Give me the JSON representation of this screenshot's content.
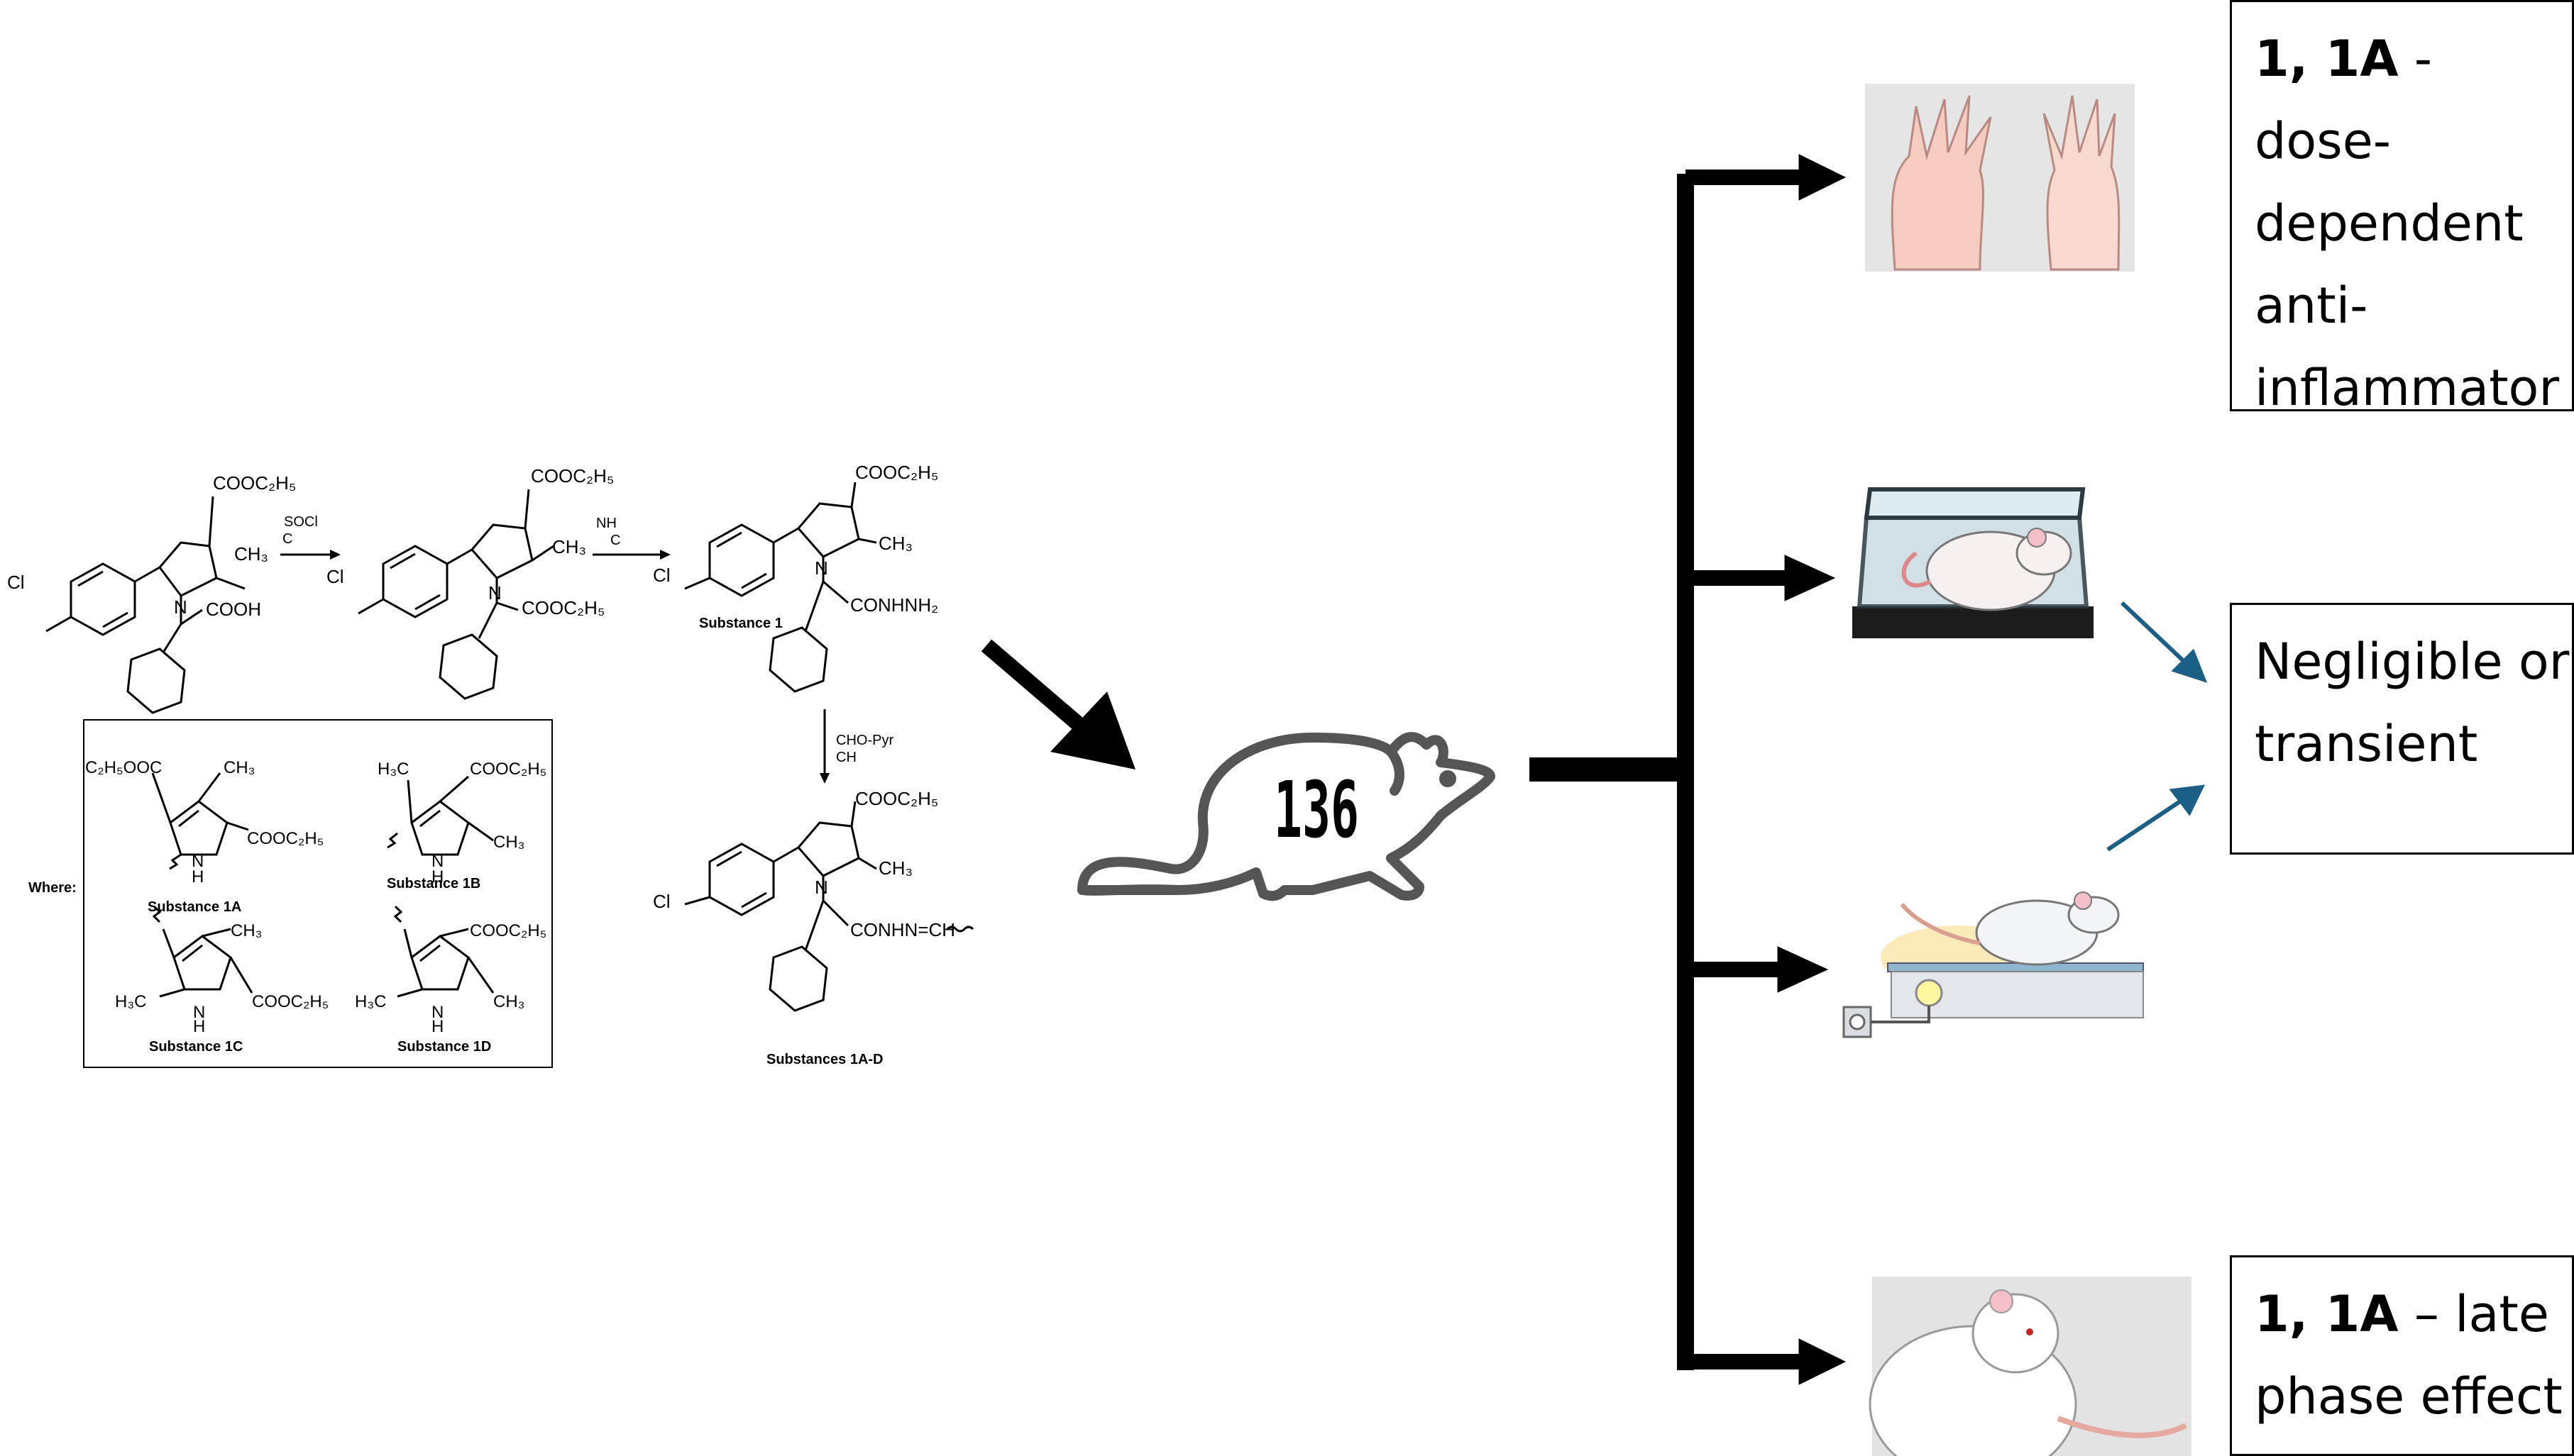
{
  "chem": {
    "reagent1_line1": "SOCl",
    "reagent1_line2": "C",
    "reagent2_line1": "NH",
    "reagent2_line2": "C",
    "reagent3_line1": "CHO-Pyr",
    "reagent3_line2": "CH",
    "substance_1": "Substance 1",
    "substances_1ad": "Substances 1A-D",
    "where": "Where:",
    "sub_1a": "Substance 1A",
    "sub_1b": "Substance 1B",
    "sub_1c": "Substance 1C",
    "sub_1d": "Substance 1D",
    "cl": "Cl",
    "n": "N",
    "h": "H"
  },
  "rat": {
    "number": "136"
  },
  "results": {
    "box1": {
      "bold": "1, 1A",
      "rest_line1": " - dose-",
      "line2": "dependent",
      "line3": "anti-",
      "line4": "inflammator"
    },
    "box2": {
      "line1": "Negligible or",
      "line2": "transient"
    },
    "box3": {
      "bold": "1, 1A",
      "rest_line1": " – late",
      "line2": "phase effect"
    }
  },
  "colors": {
    "accent_arrow": "#1c5f86",
    "rat_outline": "#555555"
  }
}
